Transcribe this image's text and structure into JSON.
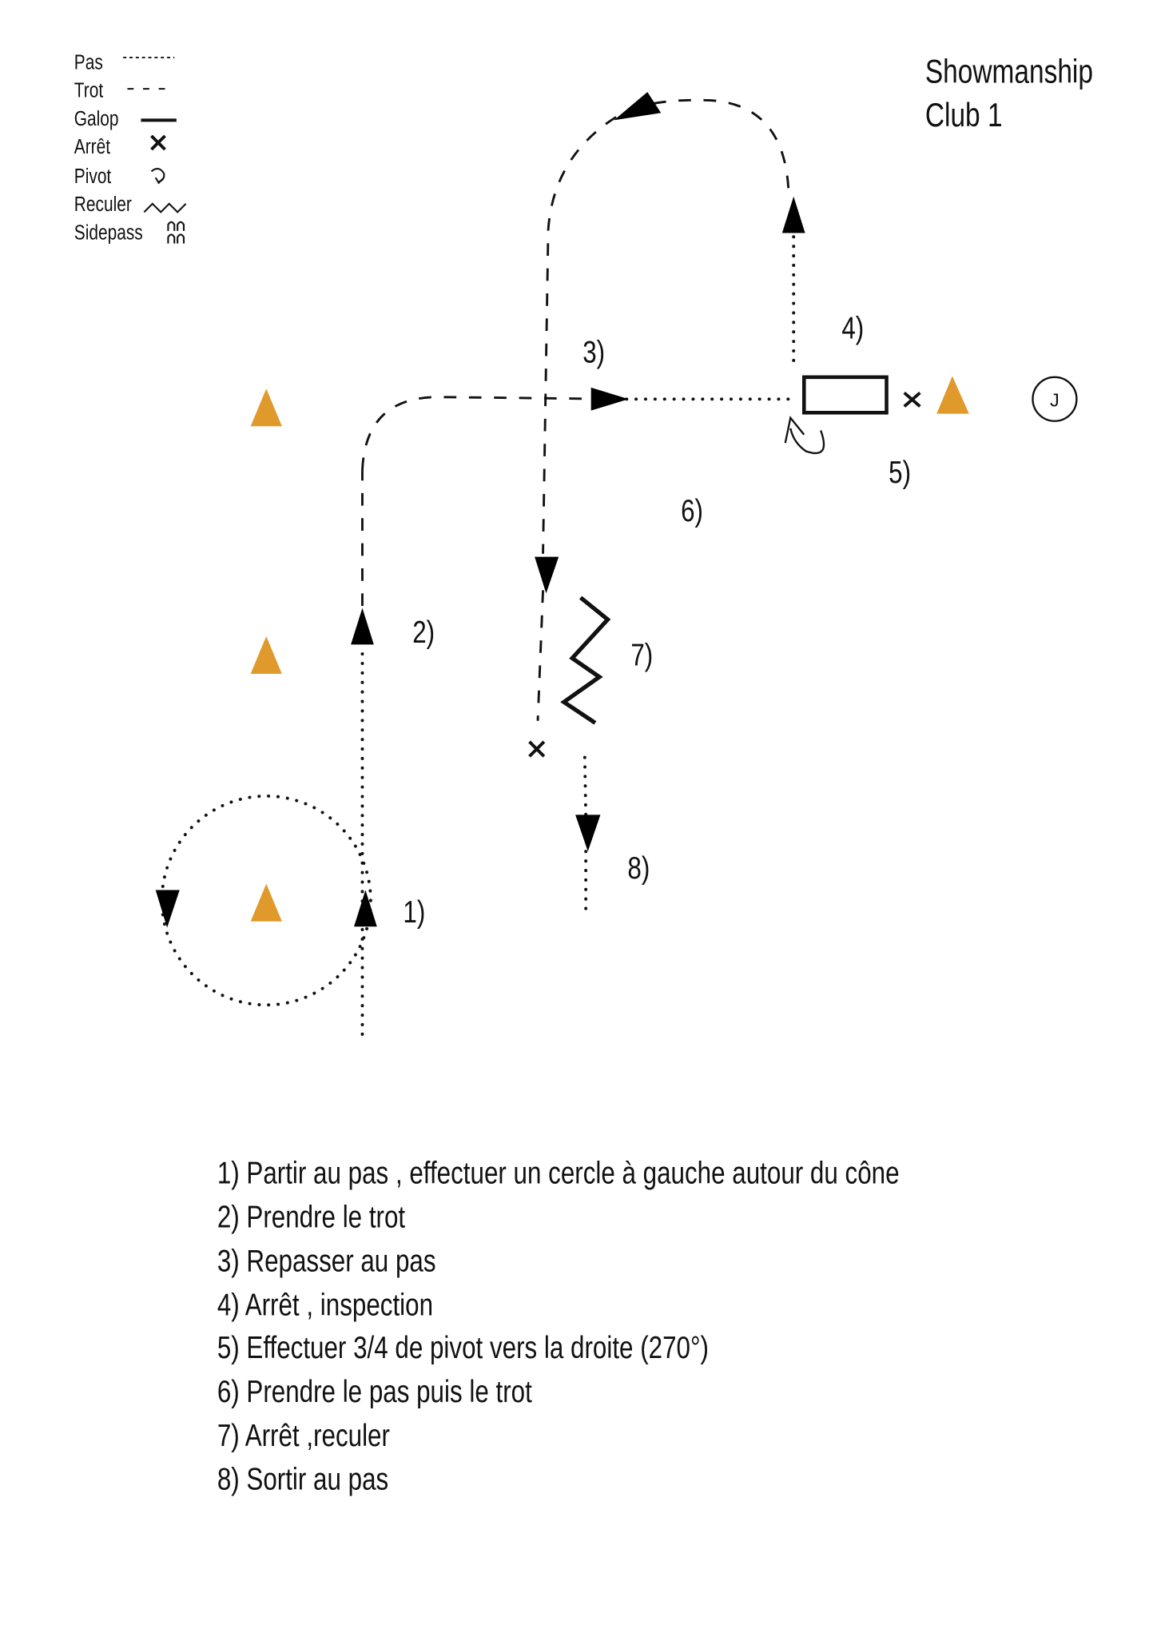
{
  "title": {
    "line1": "Showmanship",
    "line2": "Club 1"
  },
  "legend": [
    {
      "label": "Pas",
      "icon": "dotted-line-icon"
    },
    {
      "label": "Trot",
      "icon": "dashed-line-icon"
    },
    {
      "label": "Galop",
      "icon": "solid-line-icon"
    },
    {
      "label": "Arrêt",
      "icon": "cross-icon"
    },
    {
      "label": "Pivot",
      "icon": "pivot-arrow-icon"
    },
    {
      "label": "Reculer",
      "icon": "zigzag-icon"
    },
    {
      "label": "Sidepass",
      "icon": "sidepass-icon"
    }
  ],
  "judge": "J",
  "step_labels": [
    "1)",
    "2)",
    "3)",
    "4)",
    "5)",
    "6)",
    "7)",
    "8)"
  ],
  "instructions": [
    "1) Partir au pas , effectuer un cercle à gauche autour du cône",
    "2) Prendre le trot",
    "3) Repasser au pas",
    "4) Arrêt , inspection",
    "5) Effectuer 3/4 de pivot vers la droite (270°)",
    "6) Prendre le pas puis le trot",
    "7) Arrêt ,reculer",
    "8) Sortir au pas"
  ],
  "colors": {
    "cone": "#E09A2C",
    "ink": "#111111"
  }
}
